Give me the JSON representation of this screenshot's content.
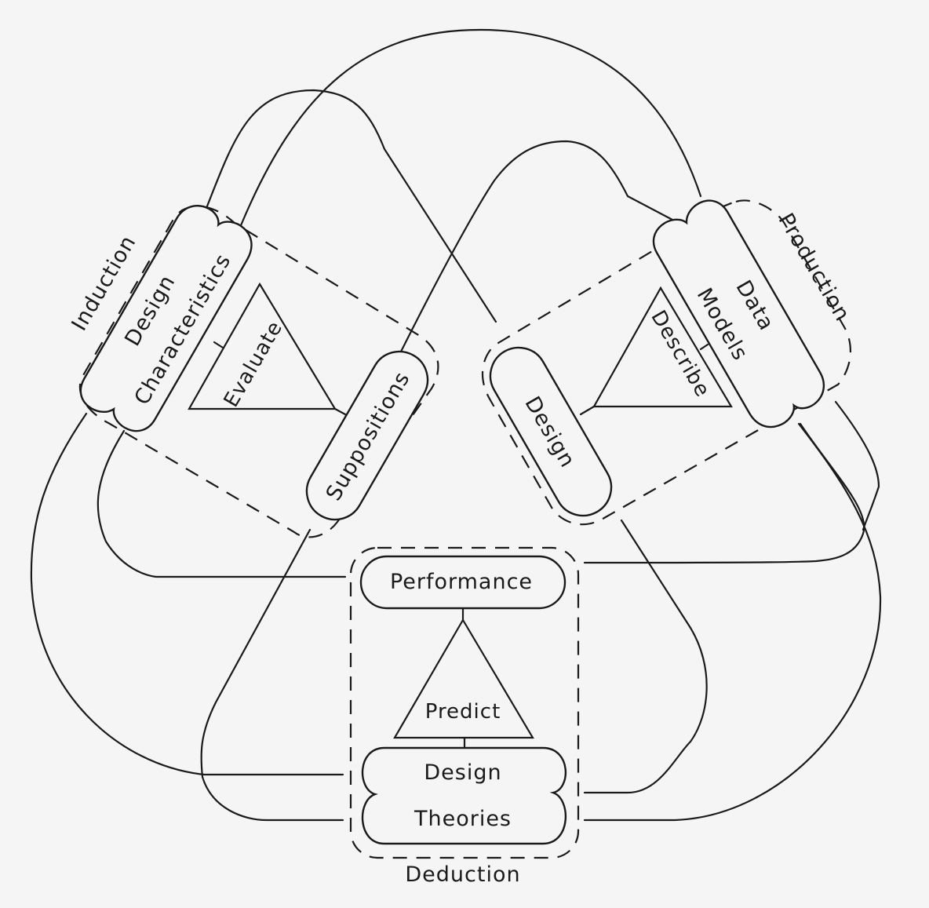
{
  "diagram": {
    "stages": {
      "induction": {
        "label": "Induction",
        "cloud_line1": "Design",
        "cloud_line2": "Characteristics",
        "process": "Evaluate",
        "pill": "Suppositions"
      },
      "production": {
        "label": "Production",
        "cloud_line1": "Data",
        "cloud_line2": "Models",
        "process": "Describe",
        "pill": "Design"
      },
      "deduction": {
        "label": "Deduction",
        "pill": "Performance",
        "process": "Predict",
        "cloud_line1": "Design",
        "cloud_line2": "Theories"
      }
    },
    "colors": {
      "ink": "#1a1a1a",
      "paper": "#f5f5f5"
    }
  }
}
